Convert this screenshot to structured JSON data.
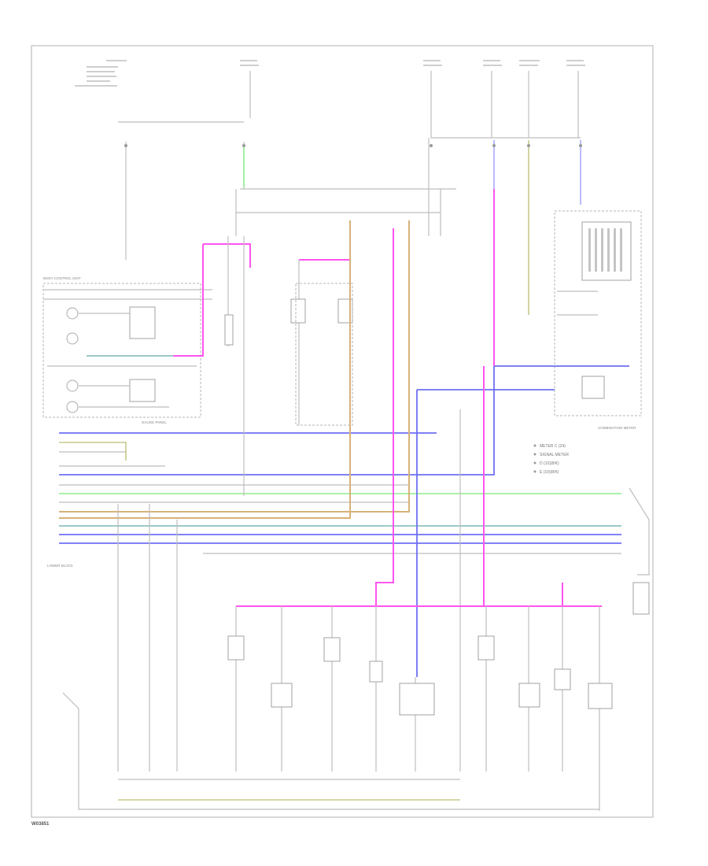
{
  "diagram": {
    "legend": {
      "items": [
        "METER C (24)",
        "SIGNAL METER",
        "D (10)(8/K)",
        "E (10)(8/K)"
      ]
    },
    "labels": {
      "combination_meter": "COMBINATION METER",
      "body_control_unit": "BODY CONTROL UNIT",
      "gauge_panel": "GAUGE PANEL",
      "lower_block": "LOWER BLOCK"
    },
    "code": "W03851"
  }
}
